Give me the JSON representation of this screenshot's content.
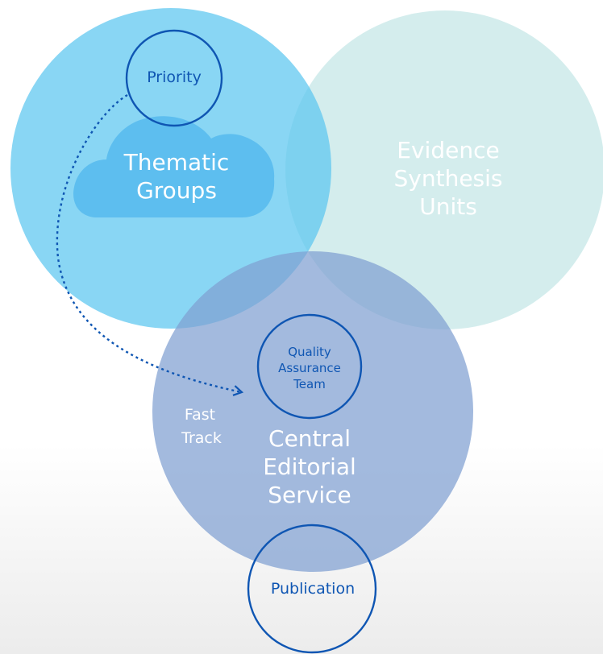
{
  "diagram": {
    "thematic_groups": {
      "line1": "Thematic",
      "line2": "Groups",
      "color": "#5cc6f0"
    },
    "evidence_synthesis": {
      "line1": "Evidence",
      "line2": "Synthesis",
      "line3": "Units",
      "color": "#cdeaea"
    },
    "central_editorial": {
      "line1": "Central",
      "line2": "Editorial",
      "line3": "Service",
      "color": "#7f9fd1"
    },
    "priority": {
      "label": "Priority"
    },
    "quality_assurance": {
      "line1": "Quality",
      "line2": "Assurance",
      "line3": "Team"
    },
    "publication": {
      "label": "Publication"
    },
    "fast_track": {
      "line1": "Fast",
      "line2": "Track"
    },
    "accent_color": "#0f56b3"
  }
}
